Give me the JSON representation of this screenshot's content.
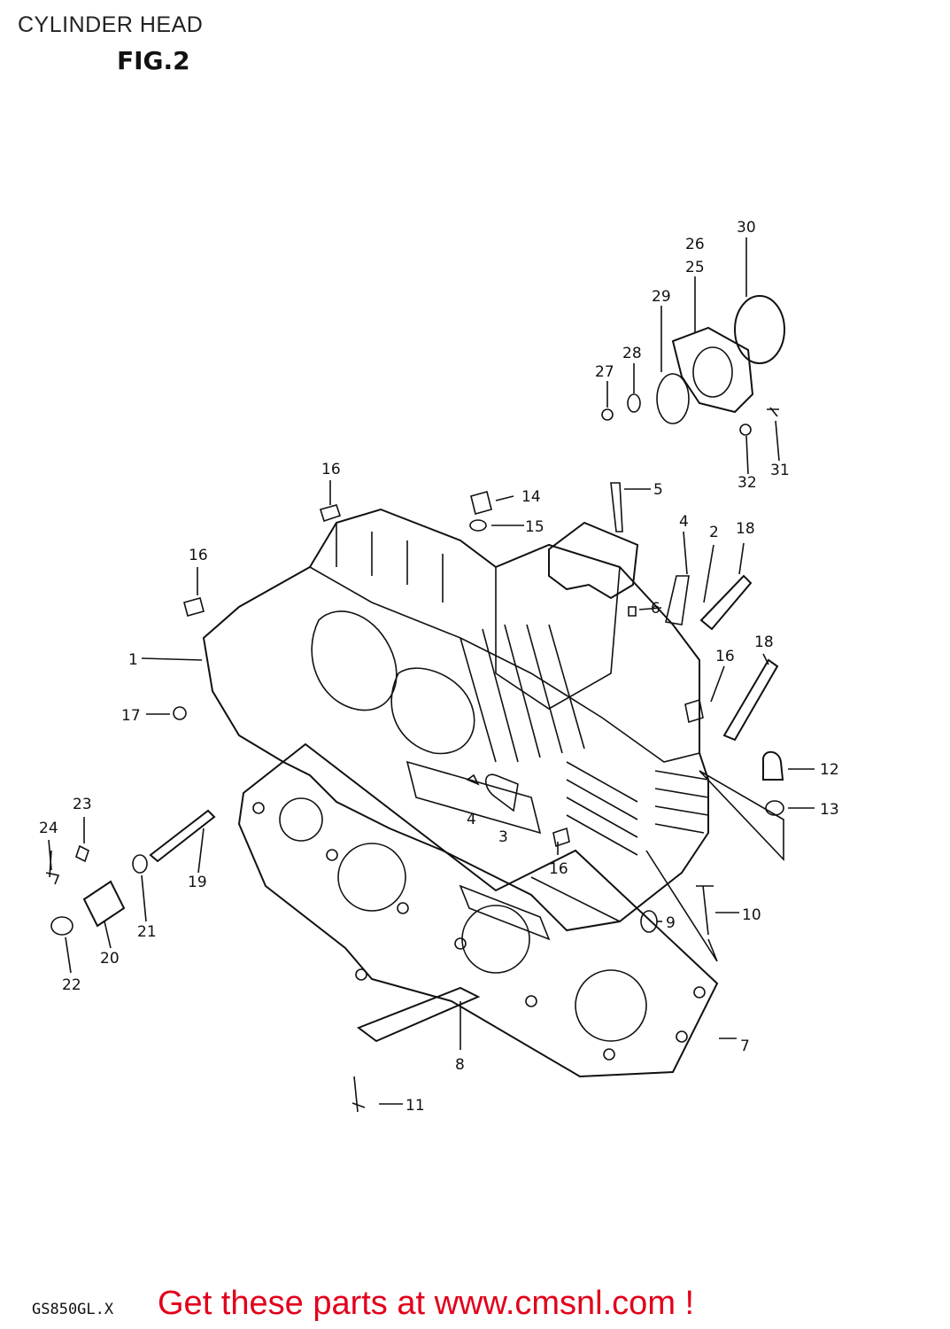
{
  "header": {
    "title": "CYLINDER HEAD",
    "figure": "FIG.2"
  },
  "footer": {
    "model_code": "GS850GL.X",
    "cta": "Get these parts at www.cmsnl.com !"
  },
  "callouts": [
    {
      "id": "c1",
      "label": "1"
    },
    {
      "id": "c2",
      "label": "2"
    },
    {
      "id": "c3",
      "label": "3"
    },
    {
      "id": "c4a",
      "label": "4"
    },
    {
      "id": "c4b",
      "label": "4"
    },
    {
      "id": "c5",
      "label": "5"
    },
    {
      "id": "c6",
      "label": "6"
    },
    {
      "id": "c7",
      "label": "7"
    },
    {
      "id": "c8",
      "label": "8"
    },
    {
      "id": "c9",
      "label": "9"
    },
    {
      "id": "c10",
      "label": "10"
    },
    {
      "id": "c11",
      "label": "11"
    },
    {
      "id": "c12",
      "label": "12"
    },
    {
      "id": "c13",
      "label": "13"
    },
    {
      "id": "c14",
      "label": "14"
    },
    {
      "id": "c15",
      "label": "15"
    },
    {
      "id": "c16a",
      "label": "16"
    },
    {
      "id": "c16b",
      "label": "16"
    },
    {
      "id": "c16c",
      "label": "16"
    },
    {
      "id": "c16d",
      "label": "16"
    },
    {
      "id": "c17",
      "label": "17"
    },
    {
      "id": "c18a",
      "label": "18"
    },
    {
      "id": "c18b",
      "label": "18"
    },
    {
      "id": "c19",
      "label": "19"
    },
    {
      "id": "c20",
      "label": "20"
    },
    {
      "id": "c21",
      "label": "21"
    },
    {
      "id": "c22",
      "label": "22"
    },
    {
      "id": "c23",
      "label": "23"
    },
    {
      "id": "c24",
      "label": "24"
    },
    {
      "id": "c25",
      "label": "25"
    },
    {
      "id": "c26",
      "label": "26"
    },
    {
      "id": "c27",
      "label": "27"
    },
    {
      "id": "c28",
      "label": "28"
    },
    {
      "id": "c29",
      "label": "29"
    },
    {
      "id": "c30",
      "label": "30"
    },
    {
      "id": "c31",
      "label": "31"
    },
    {
      "id": "c32",
      "label": "32"
    }
  ]
}
